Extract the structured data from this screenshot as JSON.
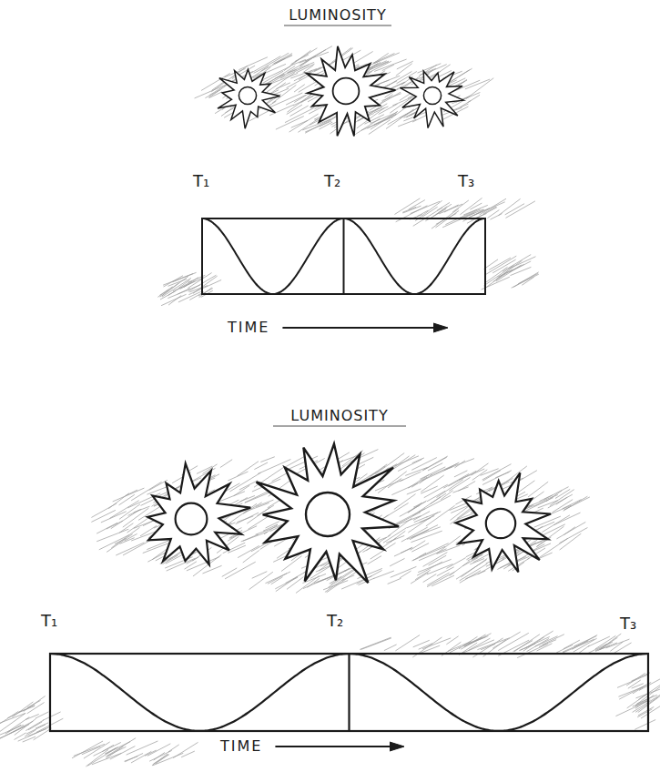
{
  "diagram": {
    "labels": [
      "LUMINOSITY",
      "T₁",
      "T₂",
      "T₃",
      "TIME",
      "LUMINOSITY",
      "T₁",
      "T₂",
      "T₃",
      "TIME"
    ]
  }
}
